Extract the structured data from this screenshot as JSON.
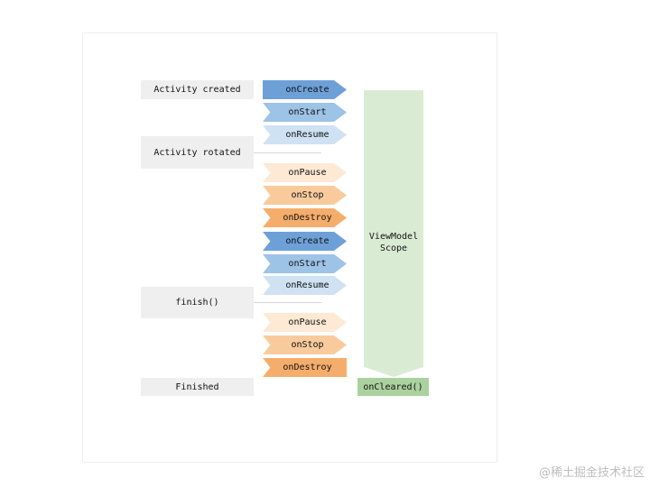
{
  "states": {
    "created": "Activity created",
    "rotated": "Activity rotated",
    "finish": "finish()",
    "finished": "Finished"
  },
  "steps": [
    {
      "label": "onCreate",
      "color": "#6ea0d8"
    },
    {
      "label": "onStart",
      "color": "#9dc3e6"
    },
    {
      "label": "onResume",
      "color": "#cfe2f3"
    },
    {
      "label": "onPause",
      "color": "#fde9d4"
    },
    {
      "label": "onStop",
      "color": "#f9cb9c"
    },
    {
      "label": "onDestroy",
      "color": "#f5ad6c"
    },
    {
      "label": "onCreate",
      "color": "#6ea0d8"
    },
    {
      "label": "onStart",
      "color": "#9dc3e6"
    },
    {
      "label": "onResume",
      "color": "#cfe2f3"
    },
    {
      "label": "onPause",
      "color": "#fde9d4"
    },
    {
      "label": "onStop",
      "color": "#f9cb9c"
    },
    {
      "label": "onDestroy",
      "color": "#f5ad6c"
    }
  ],
  "viewmodel": {
    "line1": "ViewModel",
    "line2": "Scope",
    "cleared": "onCleared()",
    "scope_color": "#d9ecd3",
    "cleared_color": "#abd19f"
  },
  "watermark": "@稀土掘金技术社区"
}
